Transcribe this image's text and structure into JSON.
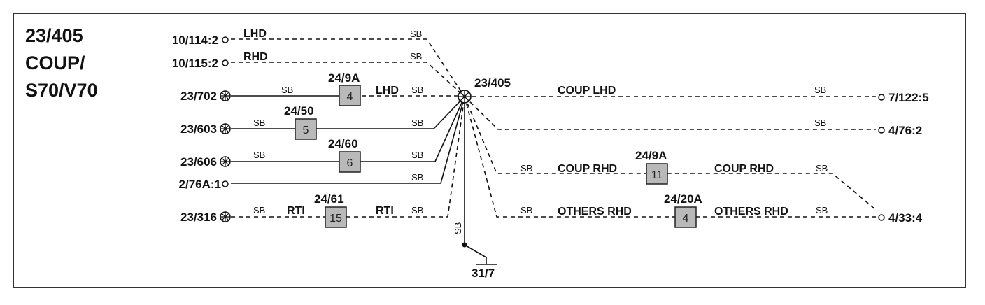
{
  "title_lines": [
    "23/405",
    "COUP/",
    "S70/V70"
  ],
  "hub_label": "23/405",
  "left_terminals": {
    "t1": "10/114:2",
    "t2": "10/115:2",
    "t3": "23/702",
    "t4": "23/603",
    "t5": "23/606",
    "t6": "2/76A:1",
    "t7": "23/316"
  },
  "right_terminals": {
    "r1": "7/122:5",
    "r2": "4/76:2",
    "r3": "4/33:4"
  },
  "ground_label": "31/7",
  "wire_labels": {
    "lhd": "LHD",
    "rhd": "RHD",
    "lhd2": "LHD",
    "rti1": "RTI",
    "rti2": "RTI",
    "coup_lhd": "COUP LHD",
    "coup_rhd1": "COUP RHD",
    "coup_rhd2": "COUP RHD",
    "others_rhd1": "OTHERS RHD",
    "others_rhd2": "OTHERS RHD"
  },
  "wire_color_code": "SB",
  "connectors": [
    {
      "label": "24/9A",
      "number": "4"
    },
    {
      "label": "24/50",
      "number": "5"
    },
    {
      "label": "24/60",
      "number": "6"
    },
    {
      "label": "24/61",
      "number": "15"
    },
    {
      "label": "24/9A",
      "number": "11"
    },
    {
      "label": "24/20A",
      "number": "4"
    }
  ]
}
